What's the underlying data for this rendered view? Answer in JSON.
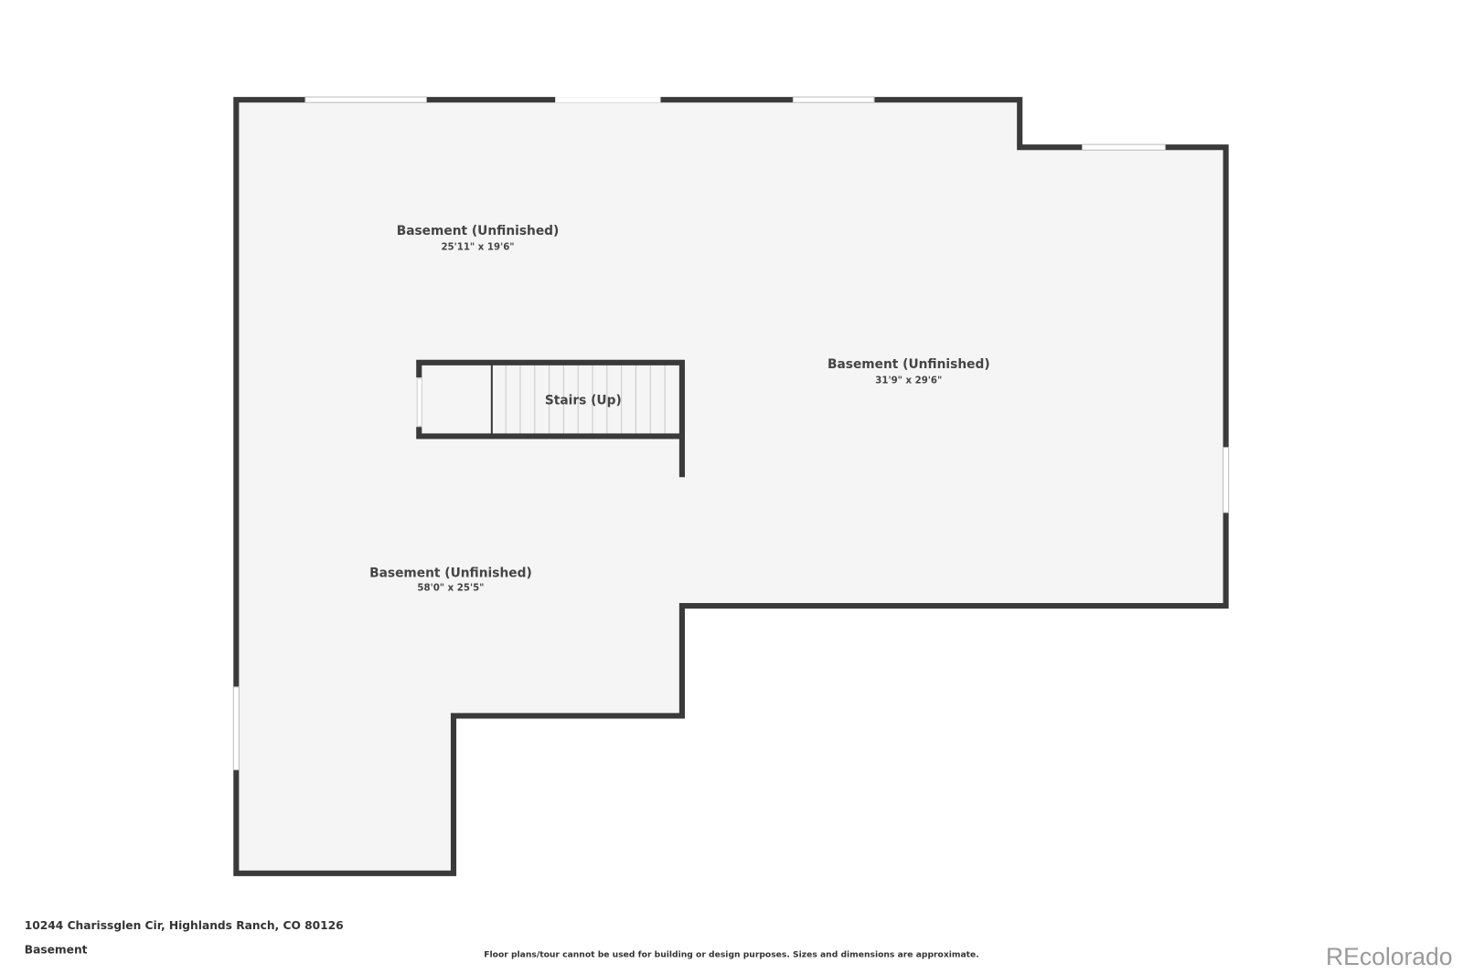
{
  "rooms": [
    {
      "name": "Basement (Unfinished)",
      "dims": "25'11\" x 19'6\""
    },
    {
      "name": "Basement (Unfinished)",
      "dims": "31'9\" x 29'6\""
    },
    {
      "name": "Basement (Unfinished)",
      "dims": "58'0\" x 25'5\""
    }
  ],
  "stairs": {
    "label": "Stairs (Up)"
  },
  "footer": {
    "address": "10244 Charissglen Cir, Highlands Ranch, CO 80126",
    "floor": "Basement",
    "disclaimer": "Floor plans/tour cannot be used for building or design purposes. Sizes and dimensions are approximate.",
    "brand": "REcolorado"
  },
  "colors": {
    "wall": "#3a3a3a",
    "floor": "#f5f5f5",
    "brand": "#9a9a9a"
  }
}
